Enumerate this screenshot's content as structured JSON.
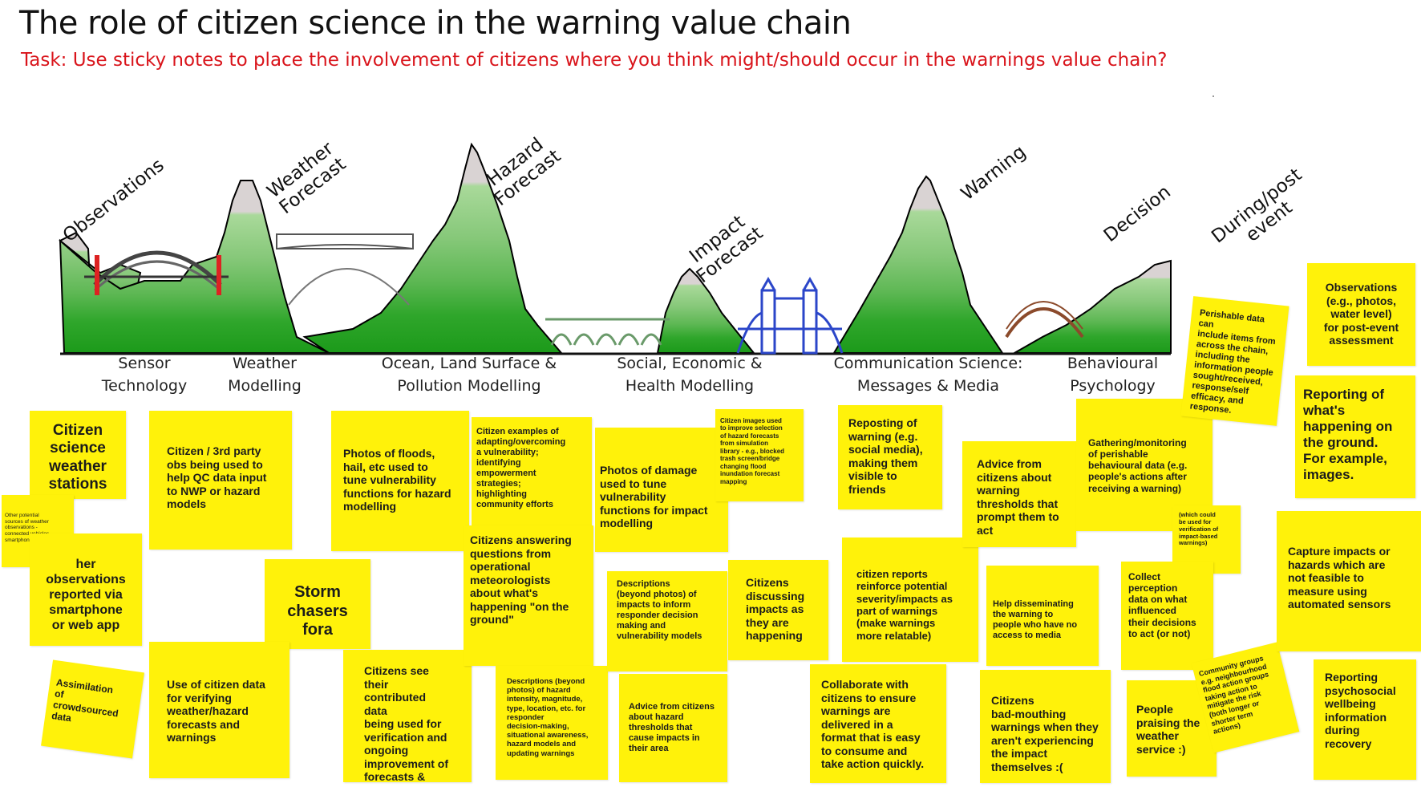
{
  "title": "The role of citizen science in the warning value chain",
  "task": "Task: Use sticky notes to place the involvement of citizens where you think might/should occur in the warnings value chain?",
  "colors": {
    "task_text": "#d9141b",
    "sticky_note": "#fff20a",
    "mountain_dark": "#1f9e1f",
    "mountain_light": "#9bd48a",
    "snow": "#ddd6d6"
  },
  "stages": [
    {
      "label": "Observations"
    },
    {
      "label": "Weather\nForecast"
    },
    {
      "label": "Hazard\nForecast"
    },
    {
      "label": "Impact\nForecast"
    },
    {
      "label": "Warning"
    },
    {
      "label": "Decision"
    },
    {
      "label": "During/post\nevent"
    }
  ],
  "disciplines": [
    {
      "line1": "Sensor",
      "line2": "Technology"
    },
    {
      "line1": "Weather",
      "line2": "Modelling"
    },
    {
      "line1": "Ocean, Land Surface &",
      "line2": "Pollution Modelling"
    },
    {
      "line1": "Social, Economic &",
      "line2": "Health Modelling"
    },
    {
      "line1": "Communication Science:",
      "line2": "Messages & Media"
    },
    {
      "line1": "Behavioural",
      "line2": "Psychology"
    }
  ],
  "notes": [
    {
      "text": "Citizen\nscience\nweather\nstations"
    },
    {
      "text": "Other potential\nsources of weather\nobservations -\nconnected vehicles,\nsmartphone sensors"
    },
    {
      "text": "her\nobservations\nreported via\nsmartphone\nor web app"
    },
    {
      "text": "Assimilation\nof\ncrowdsourced\ndata"
    },
    {
      "text": "Citizen / 3rd party\nobs being used to\nhelp QC data input\nto NWP or hazard\nmodels"
    },
    {
      "text": "Storm\nchasers\nfora"
    },
    {
      "text": "Use of citizen data\nfor verifying\nweather/hazard\nforecasts and\nwarnings"
    },
    {
      "text": "Photos of floods,\nhail, etc used to\ntune vulnerability\nfunctions for hazard\nmodelling"
    },
    {
      "text": "Citizens see their\ncontributed data\nbeing used for\nverification and\nongoing\nimprovement of\nforecasts &\nwarnings"
    },
    {
      "text": "Citizen examples of\nadapting/overcoming\na vulnerability;\nidentifying\nempowerment\nstrategies;\nhighlighting\ncommunity efforts"
    },
    {
      "text": "Citizens answering\nquestions from\noperational\nmeteorologists\nabout what's\nhappening \"on the\nground\""
    },
    {
      "text": "Descriptions (beyond\nphotos) of hazard\nintensity, magnitude,\ntype, location, etc. for\nresponder\ndecision-making,\nsituational awareness,\nhazard models and\nupdating warnings"
    },
    {
      "text": "Photos of damage\nused to tune\nvulnerability\nfunctions for impact\nmodelling"
    },
    {
      "text": "Descriptions\n(beyond photos) of\nimpacts to inform\nresponder decision\nmaking and\nvulnerability models"
    },
    {
      "text": "Advice from citizens\nabout hazard\nthresholds that\ncause impacts in\ntheir area"
    },
    {
      "text": "Citizen images used\nto improve selection\nof hazard forecasts\nfrom simulation\nlibrary - e.g., blocked\ntrash screen/bridge\nchanging flood\ninundation forecast\nmapping"
    },
    {
      "text": "Citizens\ndiscussing\nimpacts as\nthey are\nhappening"
    },
    {
      "text": "Reposting of\nwarning (e.g.\nsocial media),\nmaking them\nvisible to\nfriends"
    },
    {
      "text": "citizen reports\nreinforce potential\nseverity/impacts as\npart of warnings\n(make warnings\nmore relatable)"
    },
    {
      "text": "Collaborate with\ncitizens to ensure\nwarnings are\ndelivered in a\nformat that is easy\nto consume and\ntake action quickly."
    },
    {
      "text": "Advice from\ncitizens about\nwarning\nthresholds that\nprompt them to act"
    },
    {
      "text": "Help disseminating\nthe warning to\npeople who have no\naccess to media"
    },
    {
      "text": "Citizens\nbad-mouthing\nwarnings when they\naren't experiencing\nthe impact\nthemselves :("
    },
    {
      "text": "Gathering/monitoring\nof perishable\nbehavioural data (e.g.\npeople's actions after\nreceiving a warning)"
    },
    {
      "text": "(which could\nbe used for\nverification of\nimpact-based\nwarnings)"
    },
    {
      "text": "Collect\nperception\ndata on what\ninfluenced\ntheir decisions\nto act (or not)"
    },
    {
      "text": "People\npraising the\nweather\nservice :)"
    },
    {
      "text": "Perishable data can\ninclude items from\nacross the chain,\nincluding the\ninformation people\nsought/received,\nresponse/self\nefficacy, and\nresponse."
    },
    {
      "text": "Community groups\ne.g. neighbourhood\nflood action groups\ntaking action to\nmitigate the risk\n(both longer or\nshorter term\nactions)"
    },
    {
      "text": "Observations\n(e.g., photos,\nwater level)\nfor post-event\nassessment"
    },
    {
      "text": "Reporting of\nwhat's\nhappening on\nthe ground.\nFor example,\nimages."
    },
    {
      "text": "Capture impacts or\nhazards which are\nnot feasible to\nmeasure using\nautomated sensors"
    },
    {
      "text": "Reporting\npsychosocial\nwellbeing\ninformation\nduring\nrecovery"
    }
  ]
}
